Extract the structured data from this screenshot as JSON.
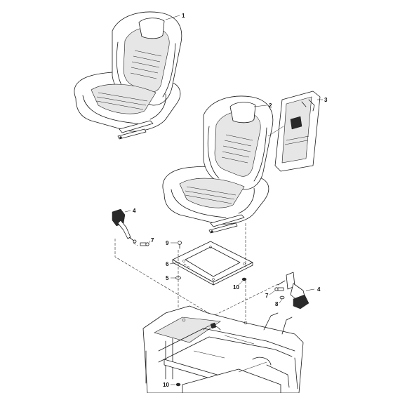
{
  "callouts": {
    "c1": "1",
    "c2": "2",
    "c3": "3",
    "c4a": "4",
    "c4b": "4",
    "c5": "5",
    "c6": "6",
    "c7a": "7",
    "c7b": "7",
    "c8": "8",
    "c9": "9",
    "c10a": "10",
    "c10b": "10"
  },
  "colors": {
    "line": "#1a1a1a",
    "background": "#ffffff"
  }
}
